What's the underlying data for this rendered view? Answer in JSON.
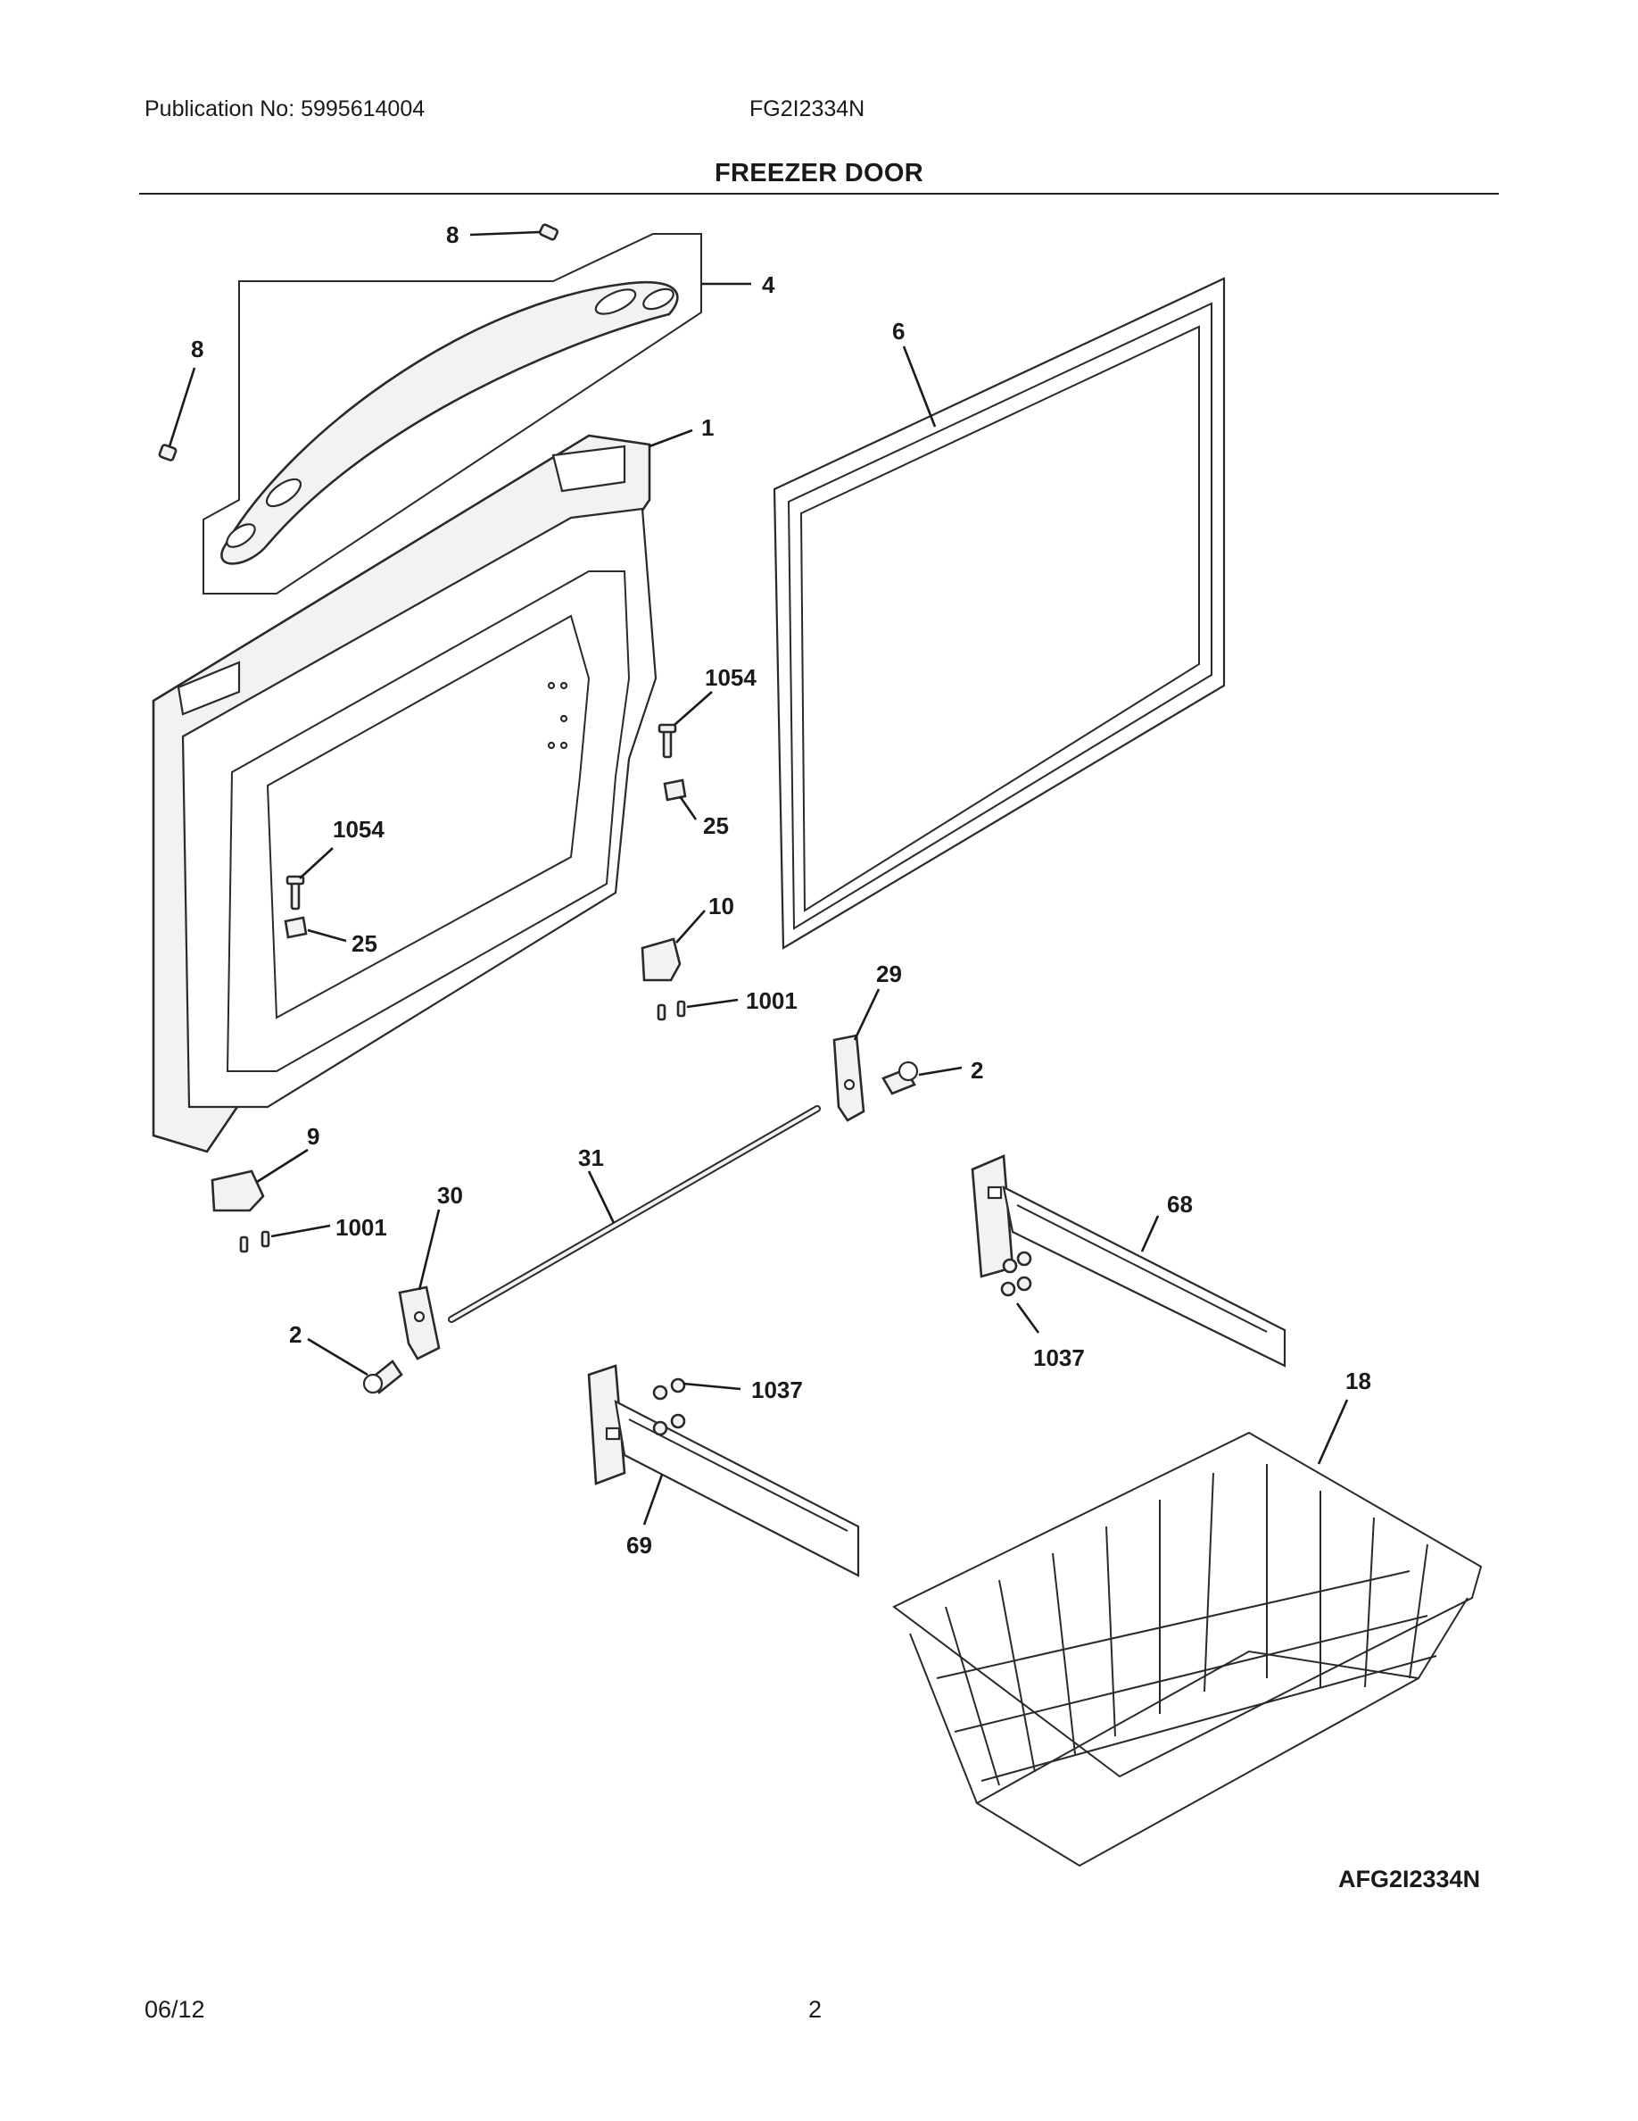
{
  "header": {
    "publication": "Publication No: 5995614004",
    "model": "FG2I2334N",
    "title": "FREEZER DOOR"
  },
  "callouts": [
    "8",
    "4",
    "8",
    "6",
    "1",
    "1054",
    "25",
    "1054",
    "25",
    "10",
    "1001",
    "29",
    "2",
    "9",
    "31",
    "30",
    "1001",
    "68",
    "2",
    "1037",
    "1037",
    "18",
    "69"
  ],
  "illustration_code": "AFG2I2334N",
  "footer": {
    "date": "06/12",
    "page": "2"
  }
}
